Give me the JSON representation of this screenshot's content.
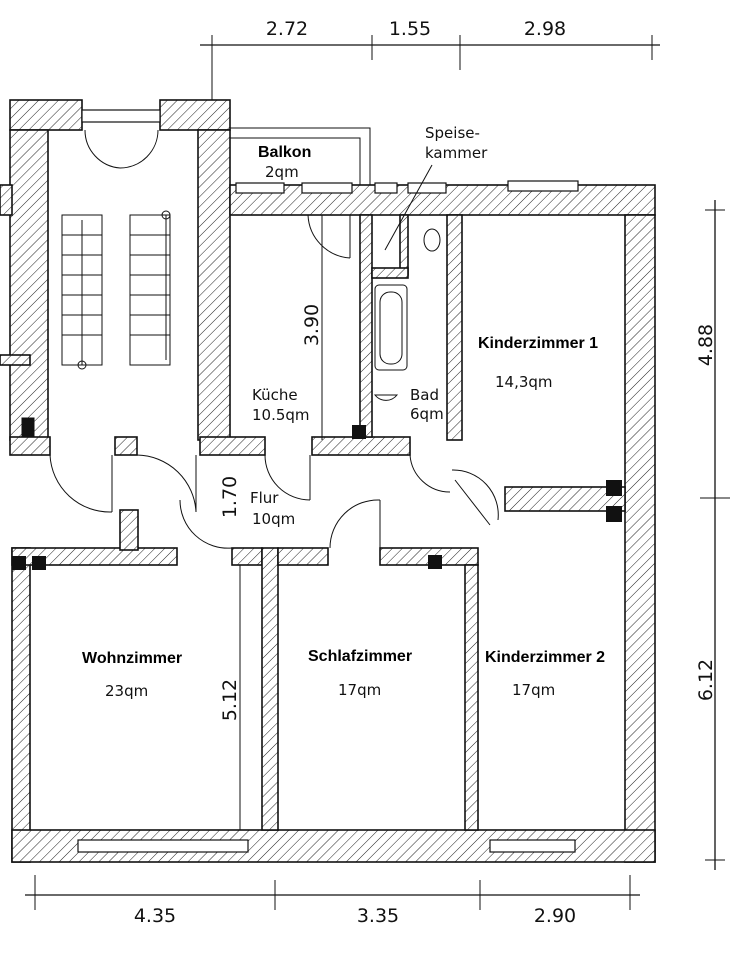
{
  "dimensions": {
    "top": [
      "2.72",
      "1.55",
      "2.98"
    ],
    "right": [
      "4.88",
      "6.12"
    ],
    "bottom": [
      "4.35",
      "3.35",
      "2.90"
    ],
    "kitchen_depth": "3.90",
    "hall_depth": "1.70",
    "living_depth": "5.12"
  },
  "rooms": {
    "balkon": {
      "name": "Balkon",
      "area": "2qm"
    },
    "speisekammer": {
      "name_line1": "Speise-",
      "name_line2": "kammer"
    },
    "kueche": {
      "name": "Küche",
      "area": "10.5qm"
    },
    "bad": {
      "name": "Bad",
      "area": "6qm"
    },
    "kinderzimmer1": {
      "name": "Kinderzimmer 1",
      "area": "14,3qm"
    },
    "flur": {
      "name": "Flur",
      "area": "10qm"
    },
    "wohnzimmer": {
      "name": "Wohnzimmer",
      "area": "23qm"
    },
    "schlafzimmer": {
      "name": "Schlafzimmer",
      "area": "17qm"
    },
    "kinderzimmer2": {
      "name": "Kinderzimmer 2",
      "area": "17qm"
    }
  }
}
